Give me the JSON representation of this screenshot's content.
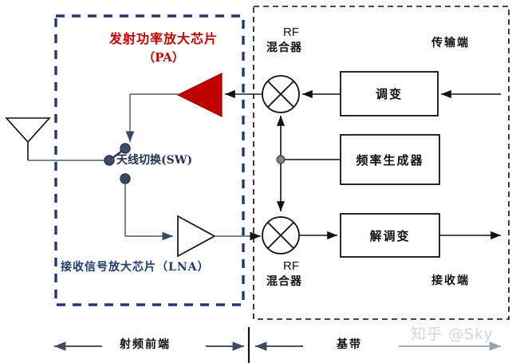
{
  "diagram": {
    "title": "RF front-end and baseband transceiver block diagram",
    "colors": {
      "pa_red": "#cc0000",
      "pa_fill": "#c00000",
      "rf_box_border": "#1f3a6e",
      "baseband_box_border": "#111111",
      "wire": "#4a5568",
      "node": "#3d4a63",
      "watermark": "#d2d6db"
    }
  },
  "rf_frontend": {
    "pa_label_line1": "发射功率放大芯片",
    "pa_label_line2": "（PA）",
    "switch_label": "天线切换(SW)",
    "lna_label": "接收信号放大芯片（LNA）"
  },
  "baseband": {
    "tx_mixer_en": "RF",
    "tx_mixer_cn": "混合器",
    "rx_mixer_en": "RF",
    "rx_mixer_cn": "混合器",
    "tx_end_label": "传输端",
    "rx_end_label": "接收端",
    "blocks": [
      {
        "id": "modulator",
        "label": "调变"
      },
      {
        "id": "frequency-generator",
        "label": "频率生成器"
      },
      {
        "id": "demodulator",
        "label": "解调变"
      }
    ]
  },
  "footer": {
    "rf_section": "射频前端",
    "baseband_section": "基带",
    "watermark": "知乎 @Sky"
  }
}
